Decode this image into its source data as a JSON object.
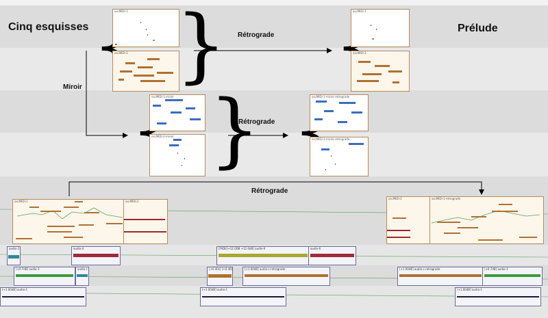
{
  "titles": {
    "left": "Cinq esquisses",
    "right": "Prélude",
    "retro_top": "Rétrograde",
    "retro_mid": "Rétrograde",
    "retro_bottom": "Rétrograde",
    "mirror": "Miroir"
  },
  "patches": {
    "p1": "oscMIDI-1",
    "p2": "oscMIDI-2",
    "p3": "oscMIDI-1",
    "p4": "oscMIDI-2",
    "p5": "oscMIDI-1-miroir",
    "p6": "oscMIDI-2-miroir",
    "p7": "oscMIDI-1-miroir-retrograde",
    "p8": "oscMIDI-2-miroir-retrograde"
  },
  "timeline": {
    "seq_a1": "oscMIDI-1",
    "seq_a2": "oscMIDI-2",
    "seq_b1": "oscMIDI-2",
    "seq_b2": "oscMIDI-1-retrograde",
    "audio_2": "audio-2",
    "audio_4": "audio-4",
    "audio_6a": "[FADE]+12.0DB +12.0dB] audio-6",
    "audio_6b": "audio-6",
    "audio_3": "[+0.7dB] audio-3",
    "audio_c": "audio-c",
    "audio_x1": "[+0.40s] [+0.40]",
    "audio_x2": "[+1.00dB] audio-c-retrograde",
    "audio_x3": "[+1.00dB] audio-c-retrograde",
    "audio_x4": "[+0.7dB] audio-3",
    "audio_1a": "[+1.00dB] audio-1",
    "audio_1b": "[+1.00dB] audio-1",
    "audio_1c": "[+1.00dB] audio-1"
  },
  "colors": {
    "orange": "#b07030",
    "blue": "#3a6cc0",
    "red": "#9a2a2a",
    "green": "#3a9a3a",
    "box_border": "#b58a5a"
  }
}
